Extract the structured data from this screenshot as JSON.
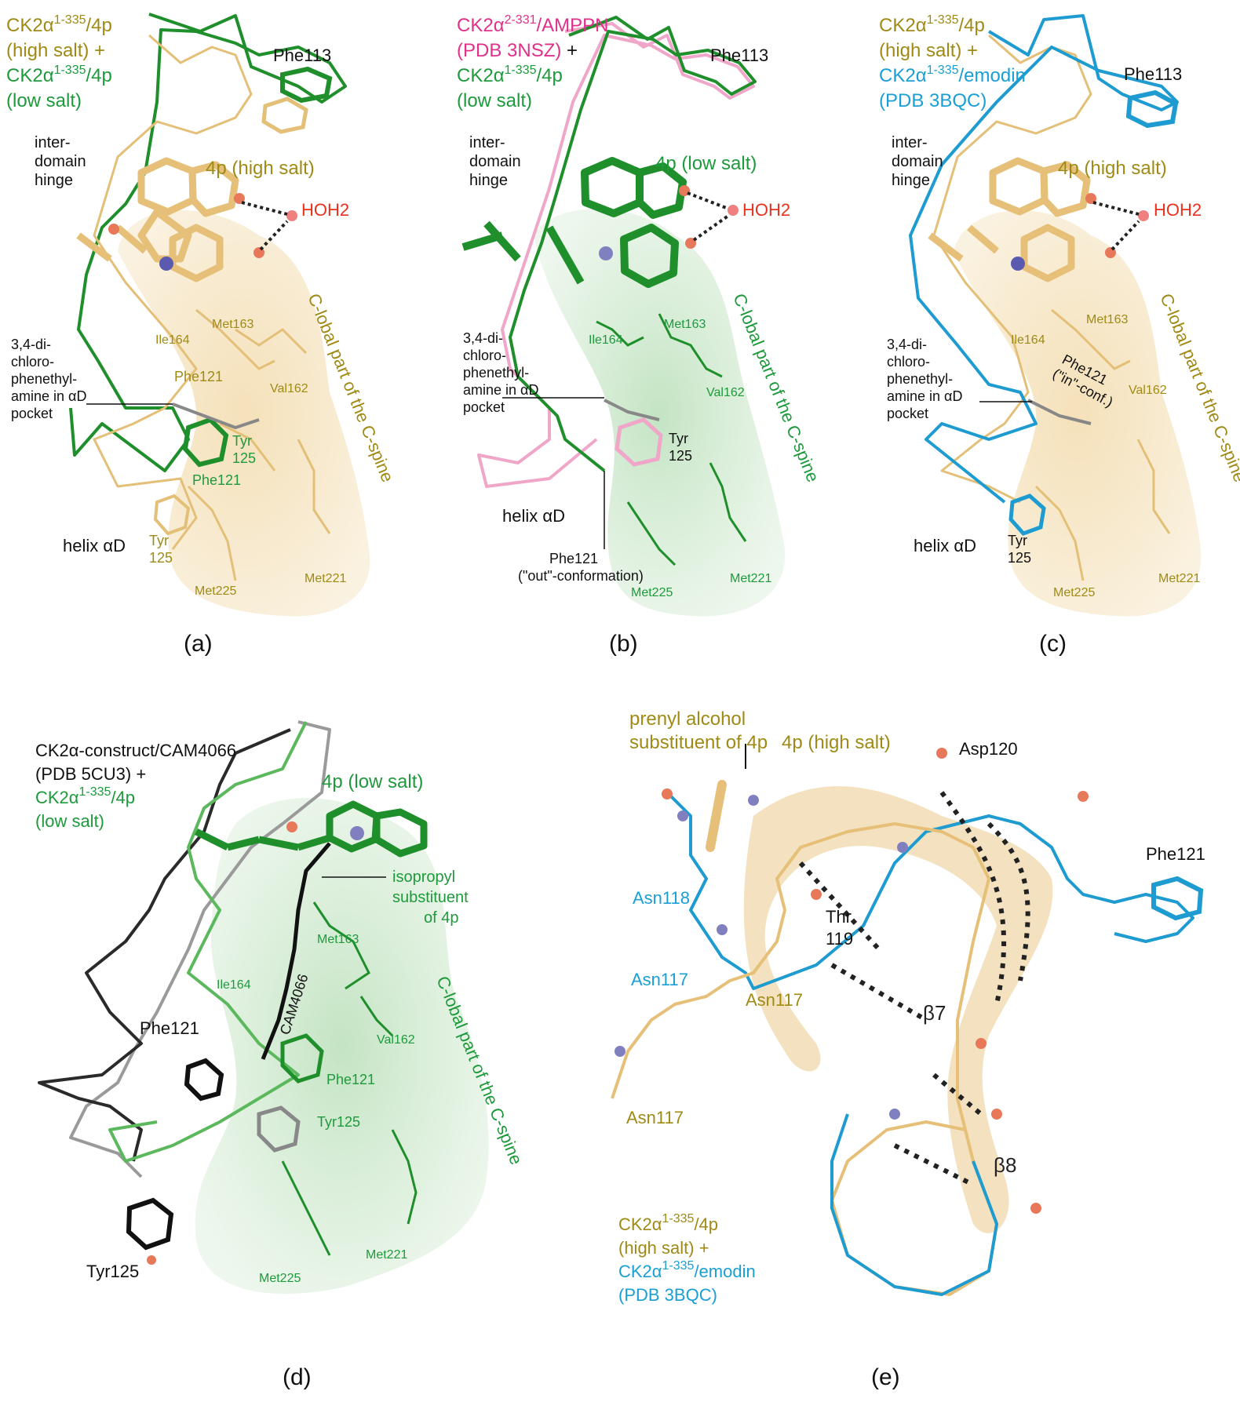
{
  "colors": {
    "olive": "#a08a16",
    "green": "#1e9a3c",
    "pink": "#e0308a",
    "cyan": "#1a9fd4",
    "red": "#e8321e",
    "black": "#111111",
    "tan": "#e9c98a",
    "tan_dark": "#d4a95a",
    "green_stick": "#1f8f2c",
    "cyan_stick": "#1e9bd0"
  },
  "panel_a": {
    "title_l1": "CK2α",
    "title_l1_sup": "1-335",
    "title_l1_rest": "/4p",
    "title_l2": "(high salt) +",
    "title_l3": "CK2α",
    "title_l3_sup": "1-335",
    "title_l3_rest": "/4p",
    "title_l4": "(low salt)",
    "phe113": "Phe113",
    "hinge_1": "inter-",
    "hinge_2": "domain",
    "hinge_3": "hinge",
    "ligand": "4p (high salt)",
    "water": "HOH2",
    "cspine": "C-lobal part of the C-spine",
    "dich_1": "3,4-di-",
    "dich_2": "chloro-",
    "dich_3": "phenethyl-",
    "dich_4": "amine in αD",
    "dich_5": "pocket",
    "met163": "Met163",
    "ile164": "Ile164",
    "val162": "Val162",
    "phe121_top": "Phe121",
    "tyr125_g_1": "Tyr",
    "tyr125_g_2": "125",
    "phe121_g": "Phe121",
    "helix": "helix αD",
    "tyr125_o_1": "Tyr",
    "tyr125_o_2": "125",
    "met225": "Met225",
    "met221": "Met221",
    "caption": "(a)"
  },
  "panel_b": {
    "title_l1": "CK2α",
    "title_l1_sup": "2-331",
    "title_l1_rest": "/AMPPN",
    "title_l2": "(PDB 3NSZ)",
    "title_l2_plus": " +",
    "title_l3": "CK2α",
    "title_l3_sup": "1-335",
    "title_l3_rest": "/4p",
    "title_l4": "(low salt)",
    "phe113": "Phe113",
    "hinge_1": "inter-",
    "hinge_2": "domain",
    "hinge_3": "hinge",
    "ligand": "4p (low salt)",
    "water": "HOH2",
    "cspine": "C-lobal part of the C-spine",
    "dich_1": "3,4-di-",
    "dich_2": "chloro-",
    "dich_3": "phenethyl-",
    "dich_4": "amine in αD",
    "dich_5": "pocket",
    "met163": "Met163",
    "ile164": "Ile164",
    "val162": "Val162",
    "tyr125_1": "Tyr",
    "tyr125_2": "125",
    "helix": "helix αD",
    "phe121_1": "Phe121",
    "phe121_2": "(\"out\"-conformation)",
    "met225": "Met225",
    "met221": "Met221",
    "caption": "(b)"
  },
  "panel_c": {
    "title_l1": "CK2α",
    "title_l1_sup": "1-335",
    "title_l1_rest": "/4p",
    "title_l2": "(high salt) +",
    "title_l3": "CK2α",
    "title_l3_sup": "1-335",
    "title_l3_rest": "/emodin",
    "title_l4": "(PDB 3BQC)",
    "phe113": "Phe113",
    "hinge_1": "inter-",
    "hinge_2": "domain",
    "hinge_3": "hinge",
    "ligand": "4p (high salt)",
    "water": "HOH2",
    "cspine": "C-lobal part of the C-spine",
    "dich_1": "3,4-di-",
    "dich_2": "chloro-",
    "dich_3": "phenethyl-",
    "dich_4": "amine in αD",
    "dich_5": "pocket",
    "met163": "Met163",
    "ile164": "Ile164",
    "val162": "Val162",
    "phe121_1": "Phe121",
    "phe121_2": "(\"in\"-conf.)",
    "helix": "helix αD",
    "tyr125_1": "Tyr",
    "tyr125_2": "125",
    "met225": "Met225",
    "met221": "Met221",
    "caption": "(c)"
  },
  "panel_d": {
    "title_l1": "CK2α-construct/CAM4066",
    "title_l2": "(PDB 5CU3) +",
    "title_l3": "CK2α",
    "title_l3_sup": "1-335",
    "title_l3_rest": "/4p",
    "title_l4": "(low salt)",
    "ligand": "4p (low salt)",
    "iso_1": "isopropyl",
    "iso_2": "substituent",
    "iso_3": "of 4p",
    "cam": "CAM4066",
    "met163": "Met163",
    "ile164": "Ile164",
    "val162": "Val162",
    "phe121_k": "Phe121",
    "phe121_g": "Phe121",
    "tyr125_g": "Tyr125",
    "tyr125_k": "Tyr125",
    "met225": "Met225",
    "met221": "Met221",
    "cspine": "C-lobal part  of the C-spine",
    "caption": "(d)"
  },
  "panel_e": {
    "prenyl_1": "prenyl alcohol",
    "prenyl_2": "substituent of 4p",
    "ligand": "4p (high salt)",
    "asp120": "Asp120",
    "phe121": "Phe121",
    "asn118": "Asn118",
    "thr119_1": "Thr",
    "thr119_2": "119",
    "asn117_c": "Asn117",
    "asn117_o": "Asn117",
    "asn117_o2": "Asn117",
    "beta7": "β7",
    "beta8": "β8",
    "title_l1": "CK2α",
    "title_l1_sup": "1-335",
    "title_l1_rest": "/4p",
    "title_l2": "(high salt) +",
    "title_l3": "CK2α",
    "title_l3_sup": "1-335",
    "title_l3_rest": "/emodin",
    "title_l4": "(PDB 3BQC)",
    "caption": "(e)"
  }
}
